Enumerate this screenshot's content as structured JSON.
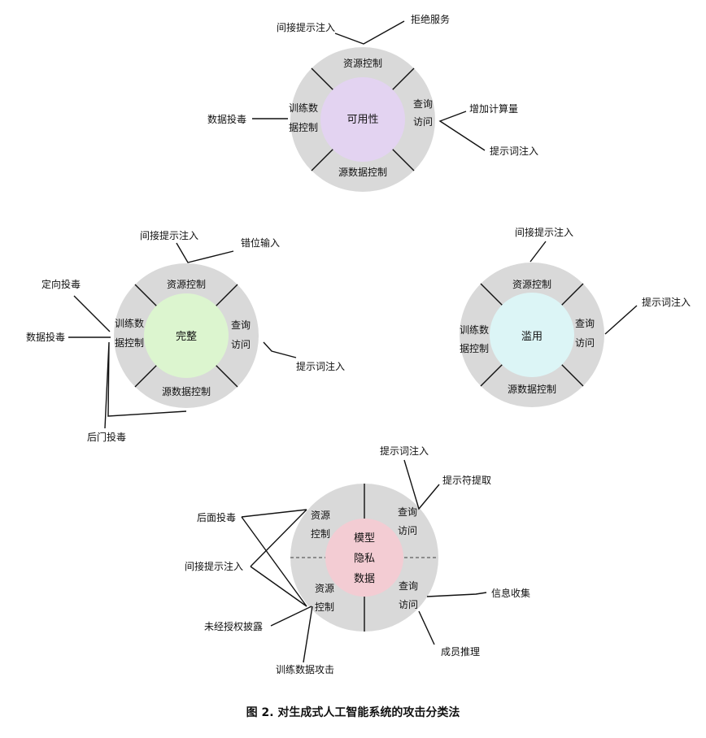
{
  "colors": {
    "ring": "#d9d9d9",
    "availability_center": "#e3d3f1",
    "integrity_center": "#dcf5cf",
    "misuse_center": "#dcf5f6",
    "privacy_center": "#f3ccd3"
  },
  "availability": {
    "center": "可用性",
    "segments": {
      "top": "资源控制",
      "right_1": "查询",
      "right_2": "访问",
      "bottom": "源数据控制",
      "left_1": "训练数",
      "left_2": "据控制"
    },
    "attacks": {
      "indirect_prompt_injection": "间接提示注入",
      "denial_of_service": "拒绝服务",
      "data_poisoning": "数据投毒",
      "increased_computation": "增加计算量",
      "prompt_injection": "提示词注入"
    }
  },
  "integrity": {
    "center": "完整",
    "segments": {
      "top": "资源控制",
      "right_1": "查询",
      "right_2": "访问",
      "bottom": "源数据控制",
      "left_1": "训练数",
      "left_2": "据控制"
    },
    "attacks": {
      "indirect_prompt_injection": "间接提示注入",
      "misaligned_output": "错位输入",
      "targeted_poisoning": "定向投毒",
      "data_poisoning": "数据投毒",
      "prompt_injection": "提示词注入",
      "backdoor_poisoning": "后门投毒"
    }
  },
  "misuse": {
    "center": "滥用",
    "segments": {
      "top": "资源控制",
      "right_1": "查询",
      "right_2": "访问",
      "bottom": "源数据控制",
      "left_1": "训练数",
      "left_2": "据控制"
    },
    "attacks": {
      "indirect_prompt_injection": "间接提示注入",
      "prompt_injection": "提示词注入"
    }
  },
  "privacy": {
    "center_1": "模型",
    "center_2": "隐私",
    "center_3": "数据",
    "segments": {
      "tl_1": "资源",
      "tl_2": "控制",
      "tr_1": "查询",
      "tr_2": "访问",
      "bl_1": "资源",
      "bl_2": "控制",
      "br_1": "查询",
      "br_2": "访问"
    },
    "attacks": {
      "prompt_injection": "提示词注入",
      "prompt_extraction": "提示符提取",
      "backdoor_poisoning": "后面投毒",
      "indirect_prompt_injection": "间接提示注入",
      "information_gathering": "信息收集",
      "unauthorized_disclosure": "未经授权披露",
      "membership_inference": "成员推理",
      "training_data_attack": "训练数据攻击"
    }
  },
  "caption": "图 2. 对生成式人工智能系统的攻击分类法"
}
